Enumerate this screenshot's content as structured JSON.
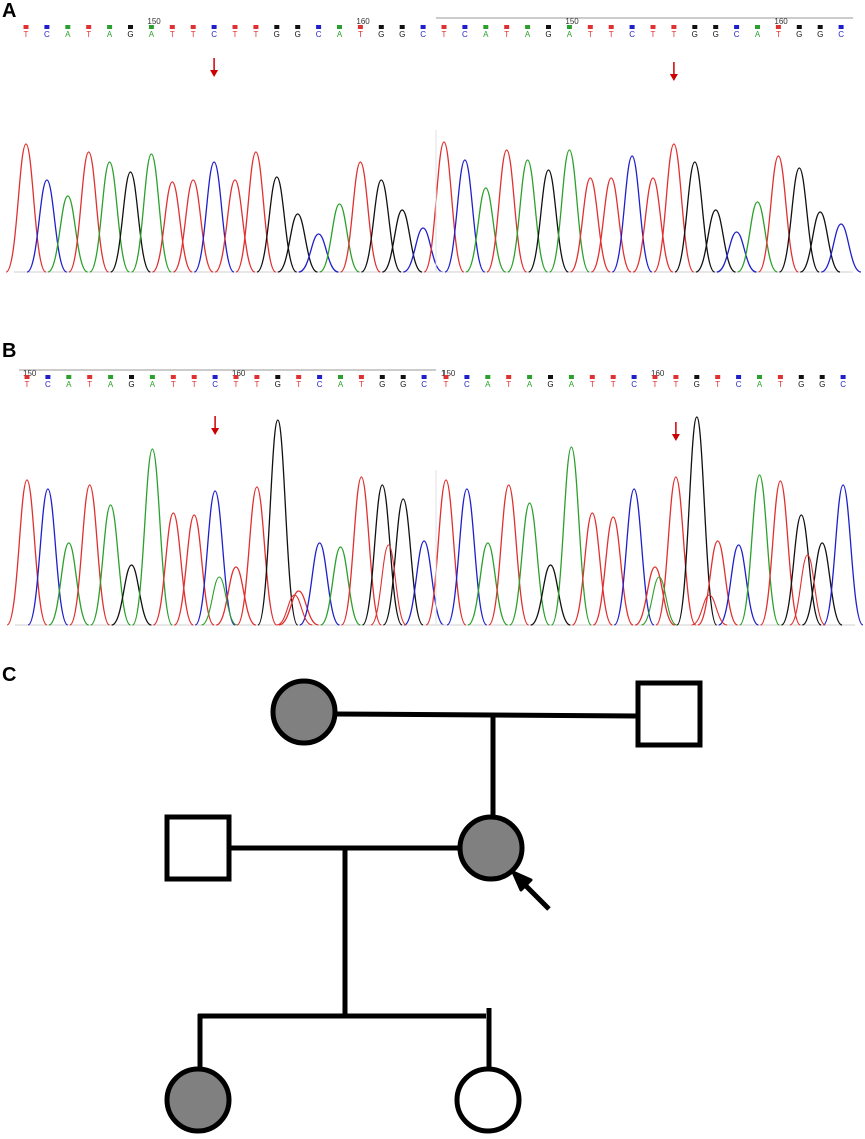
{
  "panels": {
    "a": {
      "label": "A"
    },
    "b": {
      "label": "B"
    },
    "c": {
      "label": "C"
    }
  },
  "colors": {
    "A": "#2ca02c",
    "C": "#1f1fcc",
    "G": "#111111",
    "T": "#e03030",
    "arrow": "#cc0000",
    "affected": "#808080"
  },
  "traces": [
    {
      "id": "a-left",
      "ticks": [
        "150",
        "160"
      ],
      "bases": "TCATAGATTCTTGGCATGGC",
      "mutation_index": 9
    },
    {
      "id": "a-right",
      "ticks": [
        "150",
        "160"
      ],
      "bases": "TCATAGATTCTTGGCATGGC",
      "mutation_index": 11
    },
    {
      "id": "b-left",
      "ticks": [
        "150",
        "160",
        "1"
      ],
      "bases": "TCATAGATTCTTGTCATGGC",
      "mutation_index": 9
    },
    {
      "id": "b-right",
      "ticks": [
        "150",
        "160"
      ],
      "bases": "TCATAGATTCTTGTCATGGC",
      "mutation_index": 11
    }
  ],
  "pedigree": {
    "individuals": [
      {
        "id": "grandmother",
        "sex": "female",
        "affected": true
      },
      {
        "id": "grandfather",
        "sex": "male",
        "affected": false
      },
      {
        "id": "father",
        "sex": "male",
        "affected": false
      },
      {
        "id": "proband",
        "sex": "female",
        "affected": true,
        "proband": true
      },
      {
        "id": "daughter-1",
        "sex": "female",
        "affected": true
      },
      {
        "id": "daughter-2",
        "sex": "female",
        "affected": false
      }
    ]
  }
}
